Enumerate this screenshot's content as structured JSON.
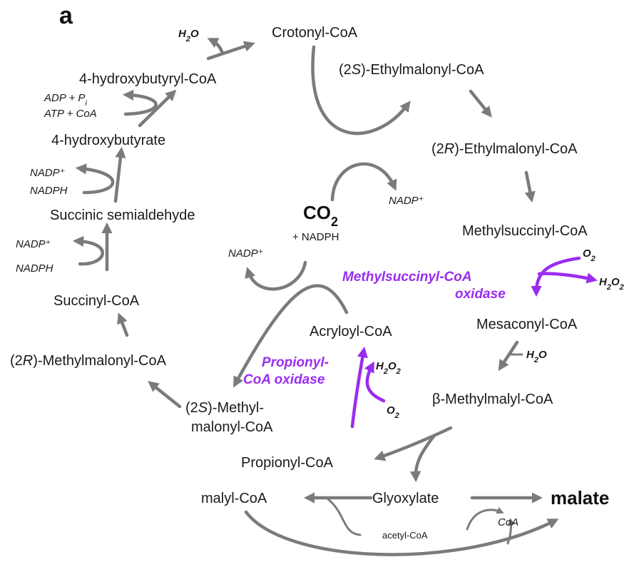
{
  "panel_label": "a",
  "metabolites": {
    "crotonyl_coa": "Crotonyl-CoA",
    "ethylmalonyl_2s_pre": "(2",
    "ethylmalonyl_2s_it": "S",
    "ethylmalonyl_2s_post": ")-Ethylmalonyl-CoA",
    "ethylmalonyl_2r_pre": "(2",
    "ethylmalonyl_2r_it": "R",
    "ethylmalonyl_2r_post": ")-Ethylmalonyl-CoA",
    "methylsuccinyl_coa": "Methylsuccinyl-CoA",
    "mesaconyl_coa": "Mesaconyl-CoA",
    "beta_methylmalyl_coa": "β-Methylmalyl-CoA",
    "hydroxybutyryl_coa": "4-hydroxybutyryl-CoA",
    "hydroxybutyrate": "4-hydroxybutyrate",
    "succinic_semialdehyde": "Succinic semialdehyde",
    "succinyl_coa": "Succinyl-CoA",
    "methylmalonyl_2r_pre": "(2",
    "methylmalonyl_2r_it": "R",
    "methylmalonyl_2r_post": ")-Methylmalonyl-CoA",
    "methylmalonyl_2s_pre": "(2",
    "methylmalonyl_2s_it": "S",
    "methylmalonyl_2s_post": ")-Methyl-",
    "methylmalonyl_2s_line2": "malonyl-CoA",
    "acryloyl_coa": "Acryloyl-CoA",
    "propionyl_coa": "Propionyl-CoA",
    "malyl_coa": "malyl-CoA",
    "glyoxylate": "Glyoxylate",
    "malate": "malate",
    "co2_base": "CO",
    "co2_sub": "2",
    "plus_nadph": "+ NADPH"
  },
  "cofactors": {
    "h2o_top_base": "H",
    "h2o_top_sub": "2",
    "h2o_top_tail": "O",
    "adp_pi": "ADP + P",
    "adp_pi_sub": "i",
    "atp_coa": "ATP + CoA",
    "nadp_1": "NADP⁺",
    "nadph_1": "NADPH",
    "nadp_2": "NADP⁺",
    "nadph_2": "NADPH",
    "nadp_right": "NADP⁺",
    "nadp_left": "NADP⁺",
    "o2_right_base": "O",
    "o2_right_sub": "2",
    "h2o2_right_a": "H",
    "h2o2_right_s1": "2",
    "h2o2_right_b": "O",
    "h2o2_right_s2": "2",
    "h2o_mid_base": "H",
    "h2o_mid_sub": "2",
    "h2o_mid_tail": "O",
    "h2o2_mid_a": "H",
    "h2o2_mid_s1": "2",
    "h2o2_mid_b": "O",
    "h2o2_mid_s2": "2",
    "o2_mid_base": "O",
    "o2_mid_sub": "2",
    "acetyl_coa": "acetyl-CoA",
    "coa": "CoA"
  },
  "enzymes": {
    "mco_line1": "Methylsuccinyl-CoA",
    "mco_line2": "oxidase",
    "pco_line1": "Propionyl-",
    "pco_line2": "CoA oxidase"
  },
  "colors": {
    "arrow": "#7b7b7b",
    "enzyme": "#9a2cf0",
    "text": "#1a1a1a"
  }
}
